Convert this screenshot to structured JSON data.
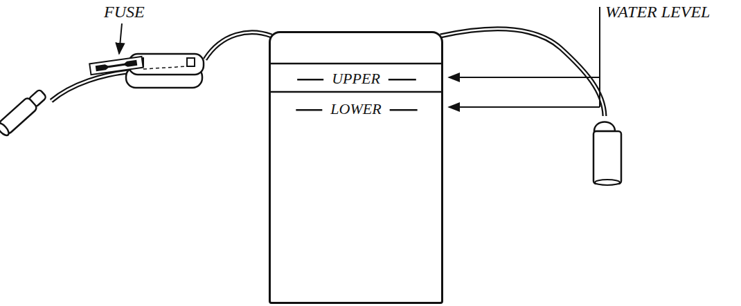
{
  "diagram": {
    "nodes": [
      {
        "text": [
          "UPPER",
          "LOWER"
        ]
      }
    ],
    "labels": [
      "FUSE",
      "WATER LEVEL"
    ]
  }
}
